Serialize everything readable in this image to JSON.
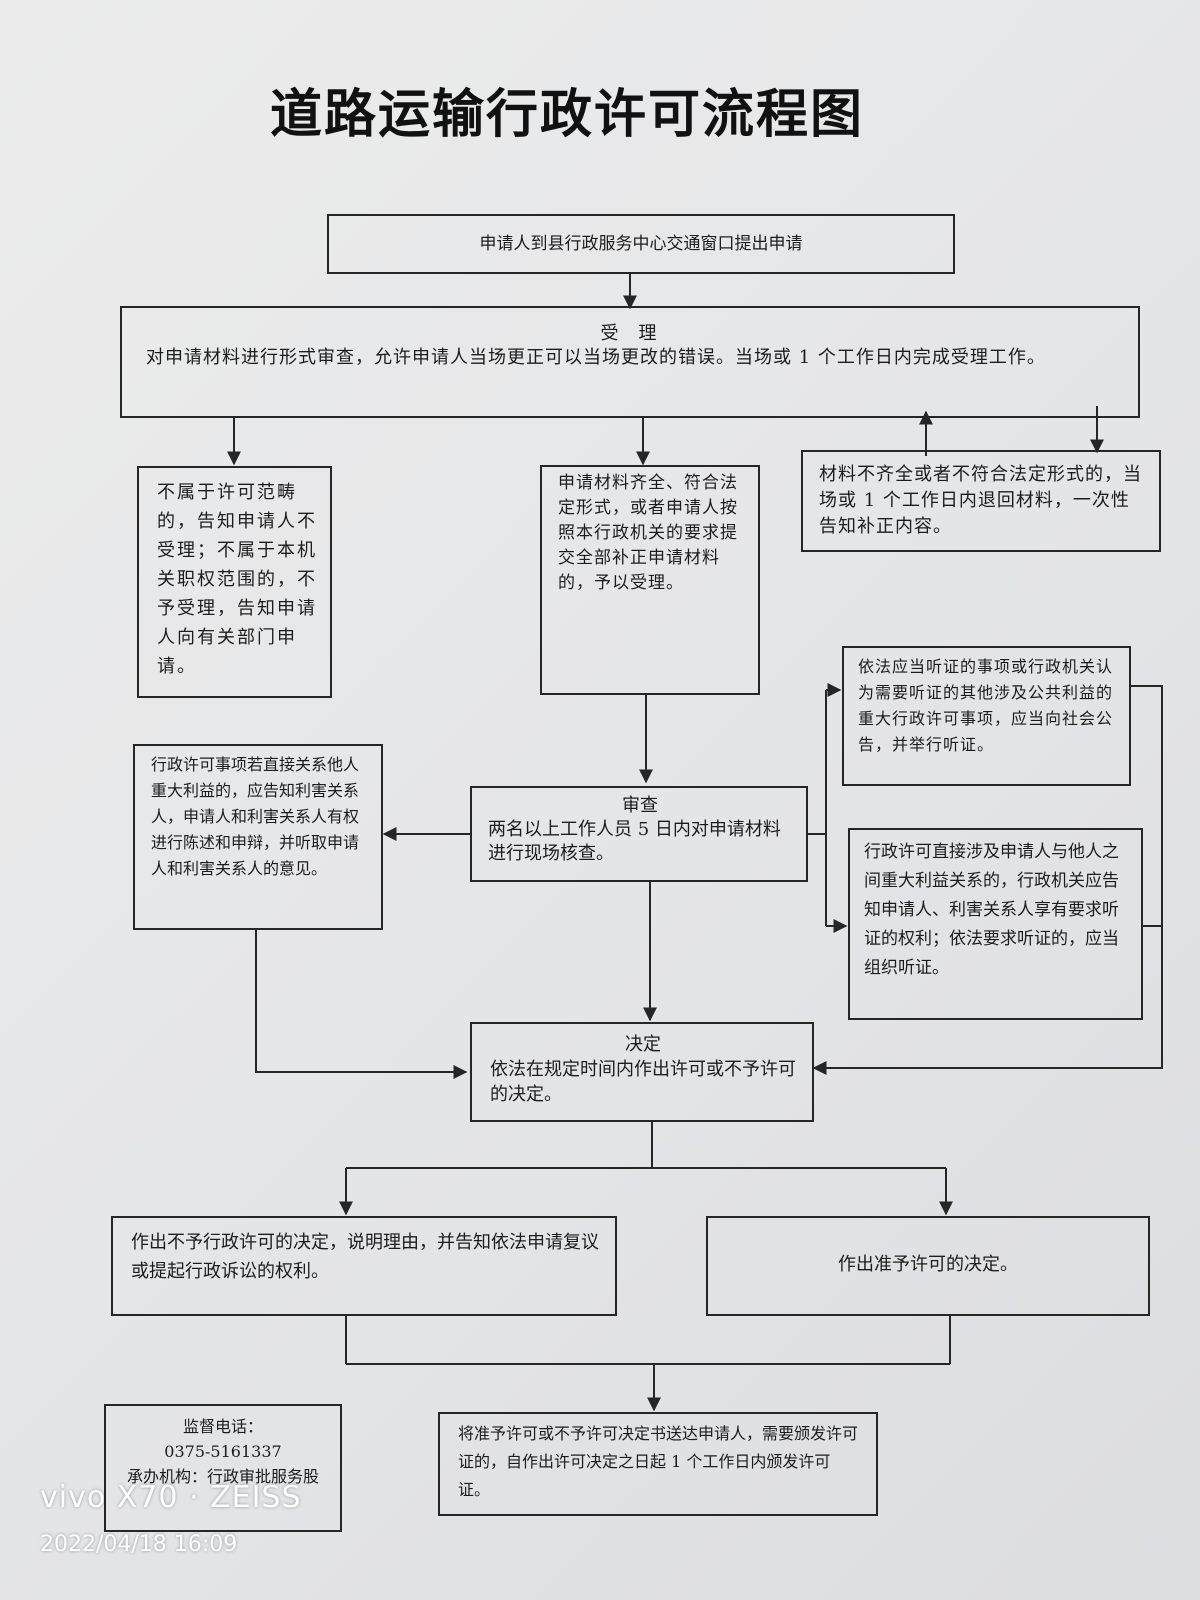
{
  "title": "道路运输行政许可流程图",
  "nodes": {
    "apply": "申请人到县行政服务中心交通窗口提出申请",
    "accept_title": "受　理",
    "accept_body": "对申请材料进行形式审查，允许申请人当场更正可以当场更改的错误。当场或 1 个工作日内完成受理工作。",
    "not_accepted": "不属于许可范畴的，告知申请人不受理；不属于本机关职权范围的，不予受理，告知申请人向有关部门申请。",
    "materials_complete": "申请材料齐全、符合法定形式，或者申请人按照本行政机关的要求提交全部补正申请材料的，予以受理。",
    "materials_incomplete": "材料不齐全或者不符合法定形式的，当场或 1 个工作日内退回材料，一次性告知补正内容。",
    "public_hearing": "依法应当听证的事项或行政机关认为需要听证的其他涉及公共利益的重大行政许可事项，应当向社会公告，并举行听证。",
    "interested_parties": "行政许可事项若直接关系他人重大利益的，应告知利害关系人，申请人和利害关系人有权进行陈述和申辩，并听取申请人和利害关系人的意见。",
    "review_title": "审查",
    "review_body": "两名以上工作人员 5 日内对申请材料进行现场核查。",
    "party_hearing": "行政许可直接涉及申请人与他人之间重大利益关系的，行政机关应告知申请人、利害关系人享有要求听证的权利；依法要求听证的，应当组织听证。",
    "decision_title": "决定",
    "decision_body": "依法在规定时间内作出许可或不予许可的决定。",
    "deny": "作出不予行政许可的决定，说明理由，并告知依法申请复议或提起行政诉讼的权利。",
    "grant": "作出准予许可的决定。",
    "deliver": "将准予许可或不予许可决定书送达申请人，需要颁发许可证的，自作出许可决定之日起 1 个工作日内颁发许可证。"
  },
  "contact": {
    "label": "监督电话：",
    "phone": "0375-5161337",
    "office": "承办机构：行政审批服务股"
  },
  "watermark": {
    "device": "vivo X70 · ZEISS",
    "timestamp": "2022/04/18 16:09"
  }
}
